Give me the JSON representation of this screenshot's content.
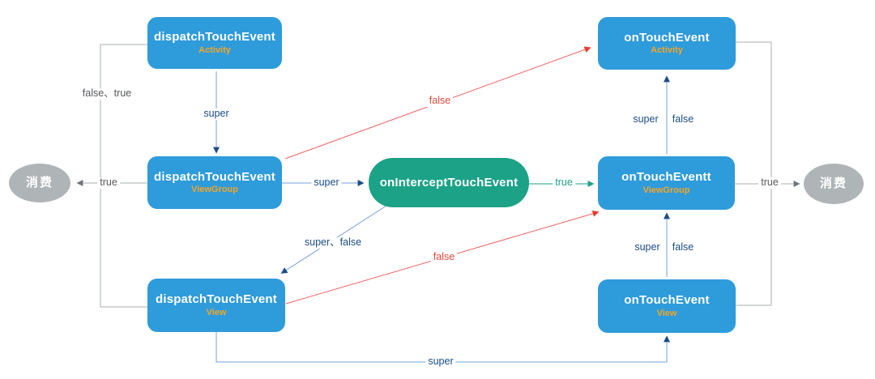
{
  "nodes": {
    "dispatch_activity": {
      "title": "dispatchTouchEvent",
      "subtitle": "Activity"
    },
    "dispatch_viewgroup": {
      "title": "dispatchTouchEvent",
      "subtitle": "ViewGroup"
    },
    "dispatch_view": {
      "title": "dispatchTouchEvent",
      "subtitle": "View"
    },
    "onintercept": {
      "title": "onInterceptTouchEvent"
    },
    "ontouch_activity": {
      "title": "onTouchEvent",
      "subtitle": "Activity"
    },
    "ontouch_viewgroup": {
      "title": "onTouchEventt",
      "subtitle": "ViewGroup"
    },
    "ontouch_view": {
      "title": "onTouchEvent",
      "subtitle": "View"
    },
    "consume_left": {
      "label": "消费"
    },
    "consume_right": {
      "label": "消费"
    }
  },
  "edge_labels": {
    "super_dispatch_activity": "super",
    "false_true_left": "false、true",
    "true_left": "true",
    "super_to_intercept": "super",
    "true_from_intercept": "true",
    "super_false_diagonal": "super、false",
    "false_upper": "false",
    "false_lower": "false",
    "super_right_upper": "super",
    "false_right_upper": "false",
    "super_right_lower": "super",
    "false_right_lower": "false",
    "true_right": "true",
    "super_bottom": "super"
  },
  "colors": {
    "node_blue": "#2E9BDB",
    "node_green": "#1CA287",
    "node_gray": "#AFB5B6",
    "subtitle_orange": "#F5A623",
    "label_navy": "#1B4C86",
    "label_red": "#E8483B",
    "label_green": "#1CA287",
    "label_gray": "#57595B",
    "line_blue": "#74A2D8",
    "line_gray": "#A9AFB1",
    "line_red": "#F16262"
  }
}
